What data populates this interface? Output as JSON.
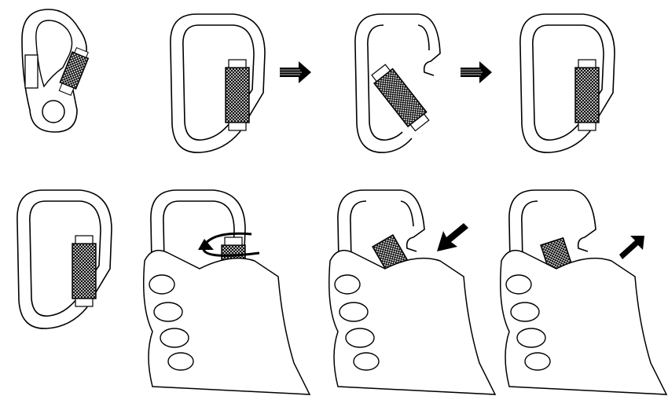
{
  "diagram": {
    "steps": [
      {
        "row": 1,
        "panel": 1,
        "subject": "carabiner-side-view-with-eye"
      },
      {
        "row": 1,
        "panel": 2,
        "subject": "carabiner-gate-locked"
      },
      {
        "row": 1,
        "panel": 3,
        "subject": "carabiner-gate-open"
      },
      {
        "row": 1,
        "panel": 4,
        "subject": "carabiner-gate-closed"
      },
      {
        "row": 2,
        "panel": 1,
        "subject": "carabiner-gate-locked"
      },
      {
        "row": 2,
        "panel": 2,
        "subject": "hand-twisting-sleeve"
      },
      {
        "row": 2,
        "panel": 3,
        "subject": "hand-pushing-gate-open"
      },
      {
        "row": 2,
        "panel": 4,
        "subject": "hand-releasing-gate"
      }
    ],
    "arrows": [
      "right-arrow",
      "right-arrow",
      "rotate-arrow",
      "push-arrow",
      "release-arrow"
    ],
    "colors": {
      "line": "#000000",
      "fill": "#ffffff",
      "knurl": "#2a2a2a"
    }
  }
}
